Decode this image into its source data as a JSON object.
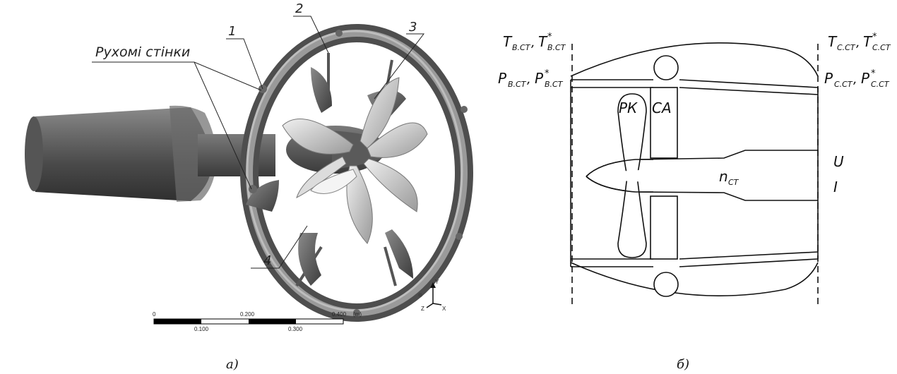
{
  "panel_a": {
    "caption": "а)",
    "moving_walls_label": "Рухомі стінки",
    "callouts": [
      "1",
      "2",
      "3",
      "4"
    ],
    "scale_bar": {
      "top_ticks": [
        "0",
        "0.200",
        "0.400"
      ],
      "unit": "(m)",
      "bottom_ticks": [
        "0.100",
        "0.300"
      ]
    },
    "triad": {
      "y": "Y",
      "x": "X",
      "z": "Z"
    }
  },
  "panel_b": {
    "caption": "б)",
    "left_top": {
      "t1": "T",
      "s1": "В.СТ",
      "sep": ",",
      "t2": "T",
      "star": "*",
      "s2": "В.СТ"
    },
    "left_bot": {
      "t1": "P",
      "s1": "В.СТ",
      "sep": ",",
      "t2": "P",
      "star": "*",
      "s2": "В.СТ"
    },
    "right_top": {
      "t1": "T",
      "s1": "С.СТ",
      "sep": ",",
      "t2": "T",
      "star": "*",
      "s2": "С.СТ"
    },
    "right_bot": {
      "t1": "P",
      "s1": "С.СТ",
      "sep": ",",
      "t2": "P",
      "star": "*",
      "s2": "С.СТ"
    },
    "rotor_label": "РК",
    "stator_label": "СА",
    "speed": {
      "n": "n",
      "sub": "СТ"
    },
    "voltage_label": "U",
    "current_label": "I"
  }
}
